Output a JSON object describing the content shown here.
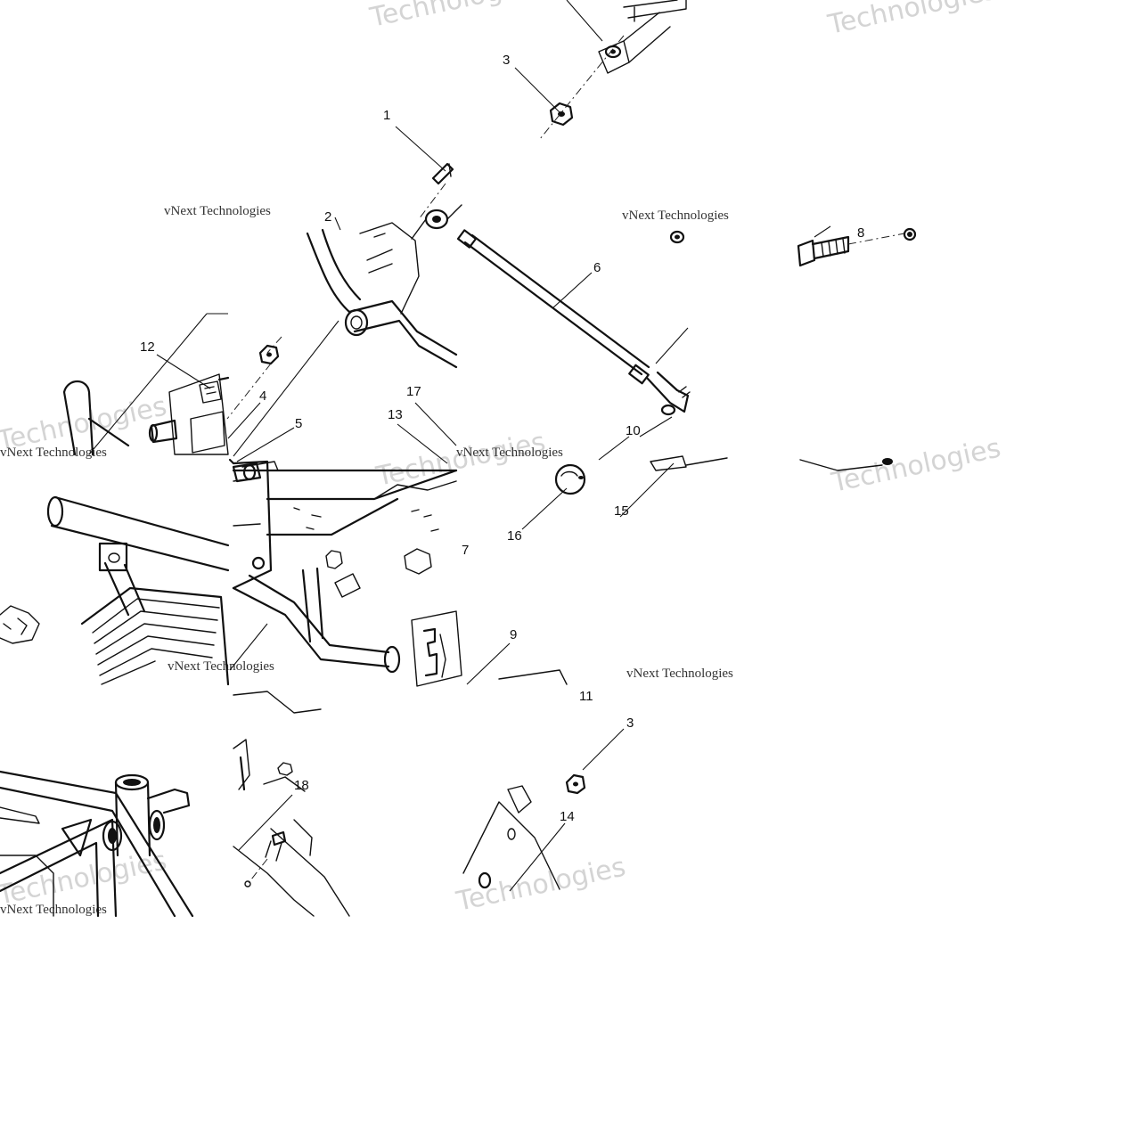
{
  "watermark": {
    "large": "Technologies",
    "small": "vNext Technologies",
    "color": "#d4d4d4"
  },
  "callouts": [
    {
      "id": "c1",
      "text": "1"
    },
    {
      "id": "c2",
      "text": "2"
    },
    {
      "id": "c3a",
      "text": "3"
    },
    {
      "id": "c3b",
      "text": "3"
    },
    {
      "id": "c4",
      "text": "4"
    },
    {
      "id": "c5",
      "text": "5"
    },
    {
      "id": "c6",
      "text": "6"
    },
    {
      "id": "c7",
      "text": "7"
    },
    {
      "id": "c8",
      "text": "8"
    },
    {
      "id": "c9",
      "text": "9"
    },
    {
      "id": "c10",
      "text": "10"
    },
    {
      "id": "c11",
      "text": "11"
    },
    {
      "id": "c12",
      "text": "12"
    },
    {
      "id": "c13",
      "text": "13"
    },
    {
      "id": "c14",
      "text": "14"
    },
    {
      "id": "c15",
      "text": "15"
    },
    {
      "id": "c16",
      "text": "16"
    },
    {
      "id": "c17",
      "text": "17"
    },
    {
      "id": "c18",
      "text": "18"
    }
  ]
}
